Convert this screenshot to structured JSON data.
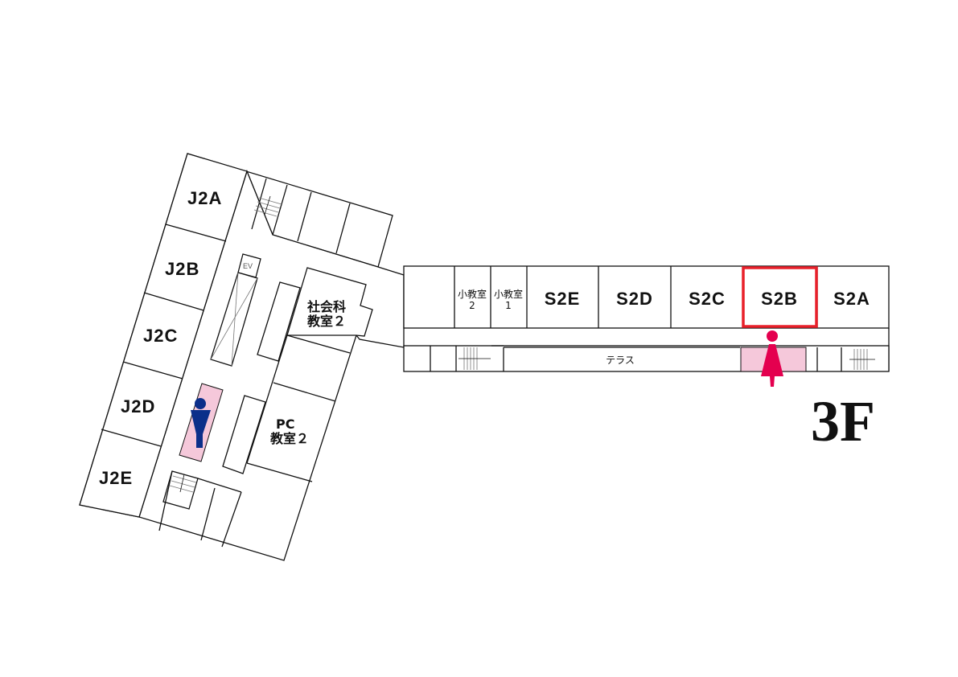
{
  "floor_label": "3F",
  "west_wing": {
    "rooms": [
      "J2A",
      "J2B",
      "J2C",
      "J2D",
      "J2E"
    ],
    "social_studies_room": [
      "社会科",
      "教室２"
    ],
    "pc_room": [
      "PC",
      "教室２"
    ],
    "elevator": "EV"
  },
  "east_wing": {
    "small_rooms": [
      {
        "line1": "小教室",
        "line2": "2"
      },
      {
        "line1": "小教室",
        "line2": "1"
      }
    ],
    "rooms": [
      "S2E",
      "S2D",
      "S2C",
      "S2B",
      "S2A"
    ],
    "highlighted_room": "S2B",
    "terrace": "テラス"
  },
  "colors": {
    "highlight": "#e8202a",
    "restroom_bg": "#f5c8da",
    "male": "#0b2f8a",
    "female": "#e4004f"
  }
}
